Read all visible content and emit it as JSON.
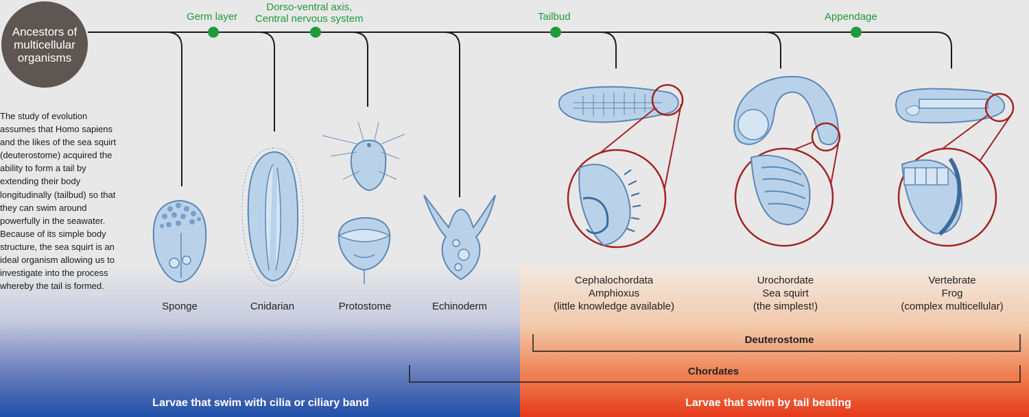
{
  "ancestor": {
    "label": "Ancestors of multicellular organisms"
  },
  "traits": [
    {
      "label": "Germ layer"
    },
    {
      "label": "Dorso-ventral axis,\nCentral nervous system"
    },
    {
      "label": "Tailbud"
    },
    {
      "label": "Appendage"
    }
  ],
  "description": "The study of evolution assumes that  Homo sapiens and the likes of the sea squirt (deuterostome) acquired the ability to form a tail by extending their body longitudinally (tailbud) so that they can swim around powerfully in the seawater. Because of its simple body structure, the sea squirt is an ideal organism allowing us to investigate into the process whereby the tail is formed.",
  "organisms": [
    {
      "label": "Sponge"
    },
    {
      "label": "Cnidarian"
    },
    {
      "label": "Protostome"
    },
    {
      "label": "Echinoderm"
    },
    {
      "label": "Cephalochordata\nAmphioxus\n(little knowledge available)"
    },
    {
      "label": "Urochordate\nSea squirt\n(the simplest!)"
    },
    {
      "label": "Vertebrate\nFrog\n(complex multicellular)"
    }
  ],
  "groups": {
    "deuterostome": "Deuterostome",
    "chordates": "Chordates"
  },
  "footer": {
    "left": "Larvae that swim with cilia or ciliary band",
    "right": "Larvae that swim by tail beating"
  },
  "colors": {
    "node": "#1f9a3c",
    "ancestor": "#5e5652",
    "body_fill": "#b9d2ea",
    "body_stroke": "#5b87b5",
    "zoom": "#a32222"
  }
}
